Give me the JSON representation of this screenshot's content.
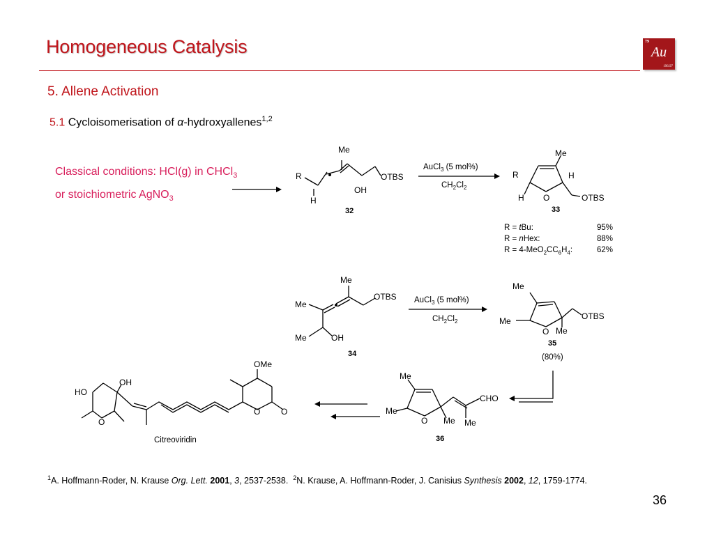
{
  "title": "Homogeneous Catalysis",
  "logo": {
    "atomic_number": "79",
    "symbol": "Au",
    "mass": "196.97"
  },
  "section": "5. Allene Activation",
  "subsection": {
    "number": "5.1",
    "text_pre": "Cycloisomerisation of ",
    "alpha": "α",
    "text_post": "-hydroxyallenes",
    "refs": "1,2"
  },
  "conditions": {
    "line1": "Classical conditions: HCl(g) in CHCl",
    "line1_sub": "3",
    "line2": "or stoichiometric AgNO",
    "line2_sub": "3"
  },
  "scheme1": {
    "sm_label": "32",
    "product_label": "33",
    "reagent_top_pre": "AuCl",
    "reagent_top_sub": "3",
    "reagent_top_post": " (5 mol%)",
    "reagent_bottom_pre": "CH",
    "reagent_bottom_sub1": "2",
    "reagent_bottom_mid": "Cl",
    "reagent_bottom_sub2": "2",
    "atoms": {
      "me": "Me",
      "r": "R",
      "h": "H",
      "oh": "OH",
      "otbs": "OTBS",
      "o": "O"
    }
  },
  "yields": [
    {
      "pre": "R = ",
      "ital": "t",
      "post": "Bu:",
      "value": "95%"
    },
    {
      "pre": "R = ",
      "ital": "n",
      "post": "Hex:",
      "value": "88%"
    },
    {
      "pre": "R = 4-MeO",
      "sub1": "2",
      "mid": "CC",
      "sub2": "6",
      "mid2": "H",
      "sub3": "4",
      "post": ":",
      "value": "62%"
    }
  ],
  "scheme2": {
    "sm_label": "34",
    "product_label": "35",
    "product_yield": "(80%)",
    "reagent_top_pre": "AuCl",
    "reagent_top_sub": "3",
    "reagent_top_post": " (5 mol%)",
    "reagent_bottom_pre": "CH",
    "reagent_bottom_sub1": "2",
    "reagent_bottom_mid": "Cl",
    "reagent_bottom_sub2": "2"
  },
  "scheme3": {
    "intermediate_label": "36",
    "aldehyde": "CHO",
    "natural_product": "Citreoviridin",
    "ho": "HO",
    "ome": "OMe"
  },
  "references": {
    "r1_num": "1",
    "r1_text": "A. Hoffmann-Roder, N. Krause ",
    "r1_journal": "Org. Lett.",
    "r1_year": "2001",
    "r1_vol": "3",
    "r1_pages": ", 2537-2538.",
    "r2_num": "2",
    "r2_text": "N. Krause, A. Hoffmann-Roder, J. Canisius ",
    "r2_journal": "Synthesis",
    "r2_year": "2002",
    "r2_vol": "12",
    "r2_pages": ", 1759-1774."
  },
  "page_number": "36"
}
